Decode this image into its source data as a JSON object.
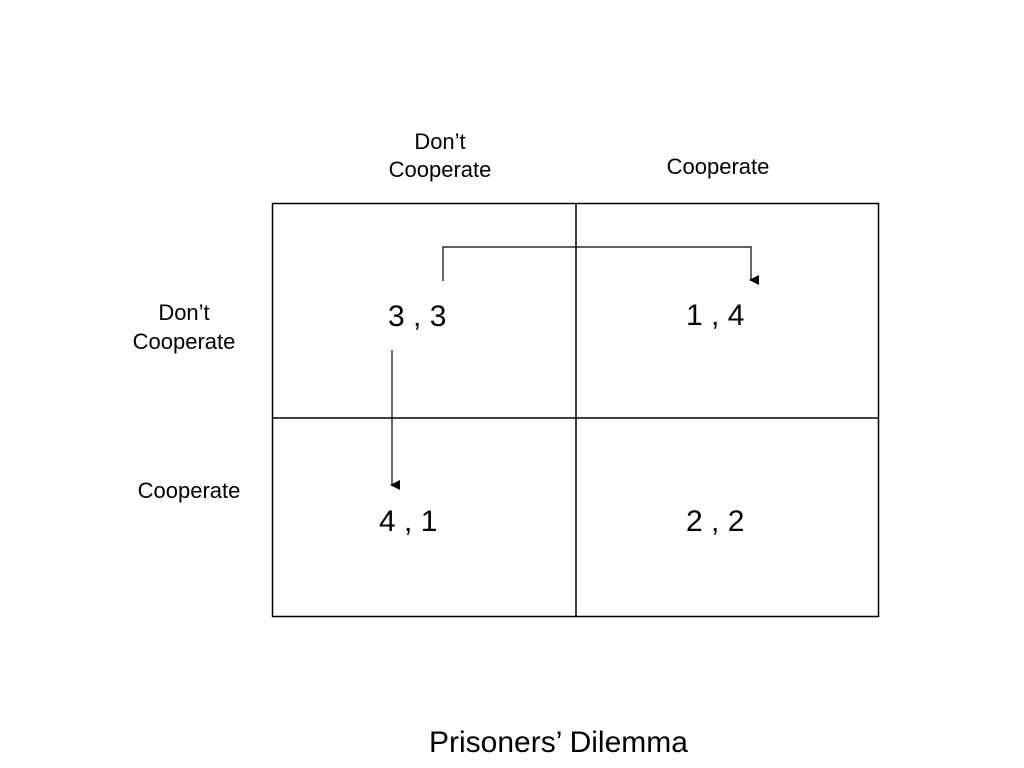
{
  "columns": [
    {
      "label": "Don’t\nCooperate"
    },
    {
      "label": "Cooperate"
    }
  ],
  "rows": [
    {
      "label": "Don’t\nCooperate"
    },
    {
      "label": "Cooperate"
    }
  ],
  "cells": [
    [
      "3 , 3",
      "1 , 4"
    ],
    [
      "4 , 1",
      "2 , 2"
    ]
  ],
  "title": "Prisoners’ Dilemma"
}
